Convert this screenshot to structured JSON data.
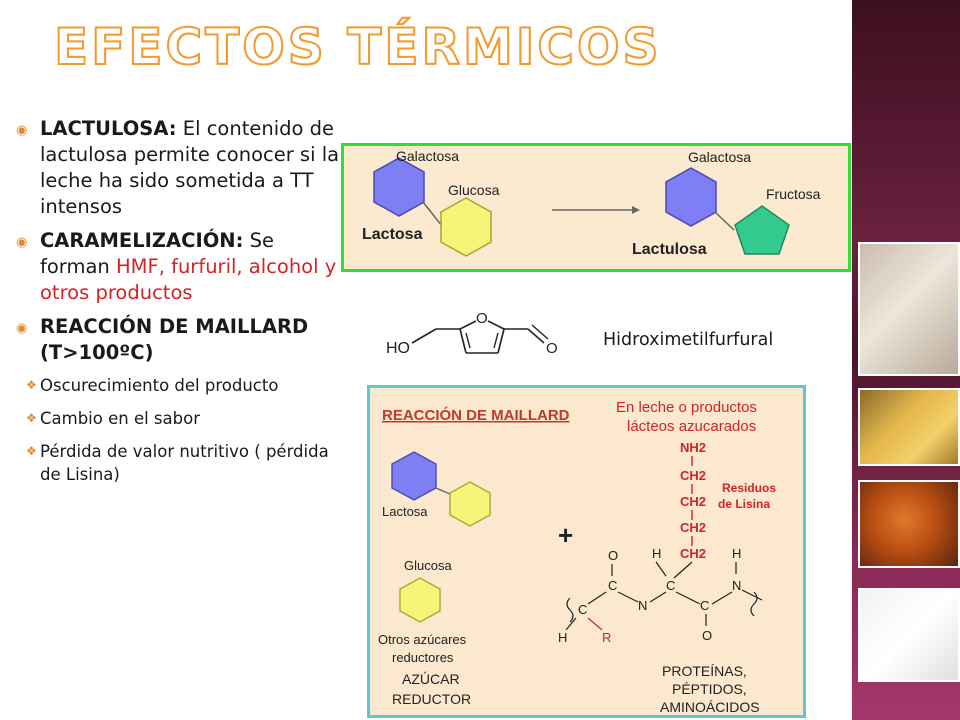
{
  "title": "Efectos térmicos",
  "bullets": [
    {
      "head": "LACTULOSA:",
      "rest": " El contenido de lactulosa permite conocer si la leche ha sido sometida a TT intensos"
    },
    {
      "head": "CARAMELIZACIÓN:",
      "rest": " Se forman ",
      "red": "HMF, furfuril, alcohol y otros productos"
    },
    {
      "head": "REACCIÓN DE MAILLARD (T>100ºC)"
    }
  ],
  "sub_bullets": [
    "Oscurecimiento del producto",
    "Cambio en el sabor",
    "Pérdida de valor nutritivo ( pérdida de Lisina)"
  ],
  "lactose_figure": {
    "left_top": "Galactosa",
    "left_mid": "Glucosa",
    "left_bottom": "Lactosa",
    "right_top": "Galactosa",
    "right_mid": "Fructosa",
    "right_bottom": "Lactulosa"
  },
  "hmf_structure": {
    "ho": "HO",
    "o_ring": "O",
    "o_ald": "O"
  },
  "hmf_name": "Hidroximetilfurfural",
  "maillard_figure": {
    "title": "REACCIÓN DE MAILLARD",
    "note_line1": "En leche o productos",
    "note_line2": "lácteos azucarados",
    "lactosa": "Lactosa",
    "glucosa": "Glucosa",
    "otros1": "Otros azúcares",
    "otros2": "reductores",
    "azucar1": "AZÚCAR",
    "azucar2": "REDUCTOR",
    "plus": "+",
    "nh2": "NH2",
    "ch2": "CH2",
    "residuos1": "Residuos",
    "residuos2": "de Lisina",
    "h": "H",
    "o": "O",
    "c": "C",
    "n": "N",
    "r": "R",
    "prot1": "PROTEÍNAS,",
    "prot2": "PÉPTIDOS,",
    "prot3": "AMINOÁCIDOS"
  },
  "colors": {
    "title_outline": "#f29a2e",
    "bullet_marker": "#e5872a",
    "highlight_red": "#d32424",
    "hexagon_blue": "#7f7ff5",
    "hexagon_yellow": "#f5f57a",
    "pentagon_green": "#34c98f",
    "fig1_border": "#33dd33",
    "fig2_border": "#5ec8cf"
  }
}
